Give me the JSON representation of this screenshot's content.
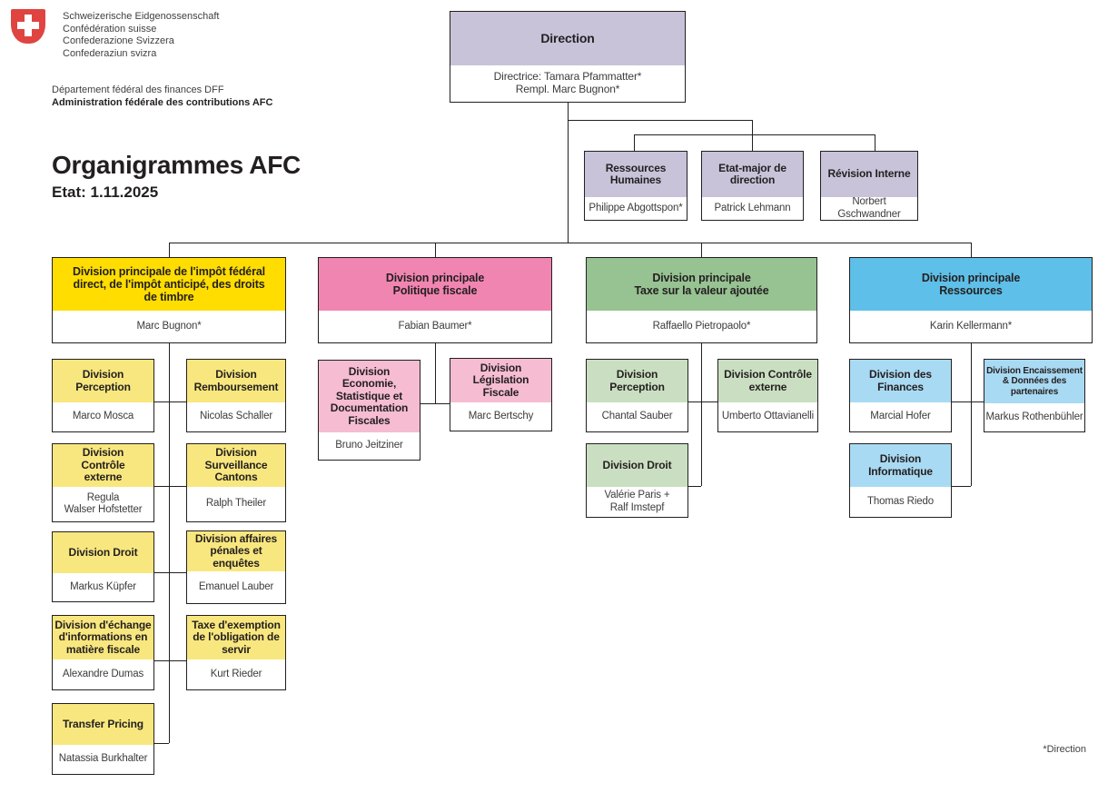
{
  "header": {
    "confederation_lines": [
      "Schweizerische Eidgenossenschaft",
      "Confédération suisse",
      "Confederazione Svizzera",
      "Confederaziun svizra"
    ],
    "department": "Département fédéral des finances DFF",
    "administration": "Administration fédérale des contributions AFC",
    "title": "Organigrammes AFC",
    "state": "Etat: 1.11.2025"
  },
  "footnote": "*Direction",
  "colors": {
    "swiss_red": "#e04440",
    "lavender": "#c8c3d9",
    "yellow": "#ffdd00",
    "yellow_light": "#f8e77e",
    "pink": "#f185b1",
    "pink_light": "#f5bcd2",
    "green": "#97c292",
    "green_light": "#cadfc1",
    "blue": "#5ebfe8",
    "blue_light": "#a9daf3"
  },
  "nodes": {
    "direction": {
      "title": "Direction",
      "name": "Directrice: Tamara Pfammatter*\nRempl. Marc Bugnon*"
    },
    "rh": {
      "title": "Ressources\nHumaines",
      "name": "Philippe Abgottspon*"
    },
    "etat_major": {
      "title": "Etat-major de\ndirection",
      "name": "Patrick Lehmann"
    },
    "revision": {
      "title": "Révision Interne",
      "name": "Norbert Gschwandner"
    },
    "dp_impot": {
      "title": "Division principale de l'impôt fédéral\ndirect, de l'impôt anticipé, des droits\nde timbre",
      "name": "Marc Bugnon*"
    },
    "dp_politique": {
      "title": "Division principale\nPolitique fiscale",
      "name": "Fabian Baumer*"
    },
    "dp_tva": {
      "title": "Division principale\nTaxe sur la valeur ajoutée",
      "name": "Raffaello Pietropaolo*"
    },
    "dp_ressources": {
      "title": "Division principale\nRessources",
      "name": "Karin Kellermann*"
    },
    "y_perception": {
      "title": "Division\nPerception",
      "name": "Marco Mosca"
    },
    "y_remboursement": {
      "title": "Division\nRemboursement",
      "name": "Nicolas Schaller"
    },
    "y_controle": {
      "title": "Division\nContrôle\nexterne",
      "name": "Regula\nWalser Hofstetter"
    },
    "y_surveillance": {
      "title": "Division\nSurveillance\nCantons",
      "name": "Ralph Theiler"
    },
    "y_droit": {
      "title": "Division Droit",
      "name": "Markus Küpfer"
    },
    "y_penales": {
      "title": "Division affaires\npénales et\nenquêtes",
      "name": "Emanuel Lauber"
    },
    "y_echange": {
      "title": "Division d'échange\nd'informations en\nmatière fiscale",
      "name": "Alexandre Dumas"
    },
    "y_taxe": {
      "title": "Taxe d'exemption\nde l'obligation de\nservir",
      "name": "Kurt Rieder"
    },
    "y_transfer": {
      "title": "Transfer Pricing",
      "name": "Natassia Burkhalter"
    },
    "p_economie": {
      "title": "Division\nEconomie,\nStatistique et\nDocumentation\nFiscales",
      "name": "Bruno Jeitziner"
    },
    "p_legislation": {
      "title": "Division\nLégislation\nFiscale",
      "name": "Marc Bertschy"
    },
    "g_perception": {
      "title": "Division\nPerception",
      "name": "Chantal Sauber"
    },
    "g_controle": {
      "title": "Division Contrôle\nexterne",
      "name": "Umberto Ottavianelli"
    },
    "g_droit": {
      "title": "Division Droit",
      "name": "Valérie Paris +\nRalf Imstepf"
    },
    "b_finances": {
      "title": "Division des\nFinances",
      "name": "Marcial Hofer"
    },
    "b_encaissement": {
      "title": "Division Encaissement\n& Données des\npartenaires",
      "name": "Markus Rothenbühler"
    },
    "b_informatique": {
      "title": "Division\nInformatique",
      "name": "Thomas Riedo"
    }
  }
}
